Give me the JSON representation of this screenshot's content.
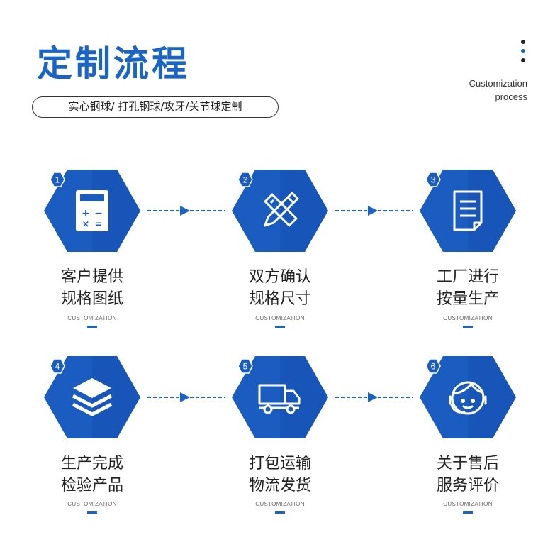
{
  "header": {
    "title": "定制流程",
    "subtitle": "实心钢球/ 打孔钢球/攻牙/关节球定制",
    "side_text_line1": "Customization",
    "side_text_line2": "process"
  },
  "colors": {
    "accent": "#1a64c8",
    "hex_dark": "#0e49a8"
  },
  "steps": [
    {
      "num": "1",
      "line1": "客户提供",
      "line2": "规格图纸",
      "sub": "CUSTOMIZATION",
      "icon": "calculator-icon"
    },
    {
      "num": "2",
      "line1": "双方确认",
      "line2": "规格尺寸",
      "sub": "CUSTOMIZATION",
      "icon": "pencil-ruler-icon"
    },
    {
      "num": "3",
      "line1": "工厂进行",
      "line2": "按量生产",
      "sub": "CUSTOMIZATION",
      "icon": "document-icon"
    },
    {
      "num": "4",
      "line1": "生产完成",
      "line2": "检验产品",
      "sub": "CUSTOMIZATION",
      "icon": "layers-icon"
    },
    {
      "num": "5",
      "line1": "打包运输",
      "line2": "物流发货",
      "sub": "CUSTOMIZATION",
      "icon": "truck-icon"
    },
    {
      "num": "6",
      "line1": "关于售后",
      "line2": "服务评价",
      "sub": "CUSTOMIZATION",
      "icon": "headset-agent-icon"
    }
  ]
}
